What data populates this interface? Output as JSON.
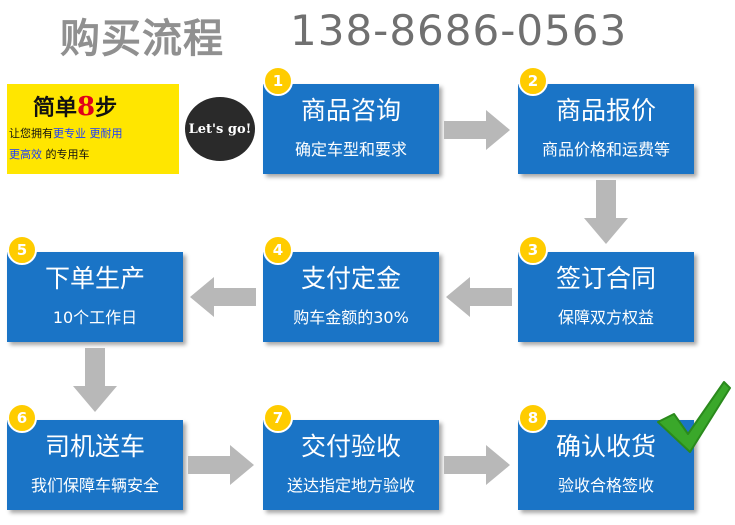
{
  "header": {
    "title": "购买流程",
    "phone": "138-8686-0563"
  },
  "promo": {
    "heading_prefix": "简单",
    "heading_number": "8",
    "heading_suffix": "步",
    "line1_prefix": "让您拥有",
    "line1_highlight": "更专业 更耐用",
    "line2_highlight": "更高效",
    "line2_suffix": " 的专用车"
  },
  "badge": {
    "text": "Let's go!"
  },
  "steps": [
    {
      "number": "1",
      "title": "商品咨询",
      "subtitle": "确定车型和要求"
    },
    {
      "number": "2",
      "title": "商品报价",
      "subtitle": "商品价格和运费等"
    },
    {
      "number": "3",
      "title": "签订合同",
      "subtitle": "保障双方权益"
    },
    {
      "number": "4",
      "title": "支付定金",
      "subtitle": "购车金额的30%"
    },
    {
      "number": "5",
      "title": "下单生产",
      "subtitle": "10个工作日"
    },
    {
      "number": "6",
      "title": "司机送车",
      "subtitle": "我们保障车辆安全"
    },
    {
      "number": "7",
      "title": "交付验收",
      "subtitle": "送达指定地方验收"
    },
    {
      "number": "8",
      "title": "确认收货",
      "subtitle": "验收合格签收"
    }
  ],
  "colors": {
    "step_box": "#1a74c6",
    "number_dot": "#ffcc00",
    "arrow": "#b8b8b8",
    "check": "#3aa82a",
    "promo_bg": "#ffe600"
  },
  "icons": {
    "arrow": "gray-arrow-icon",
    "check": "green-checkmark-icon"
  }
}
